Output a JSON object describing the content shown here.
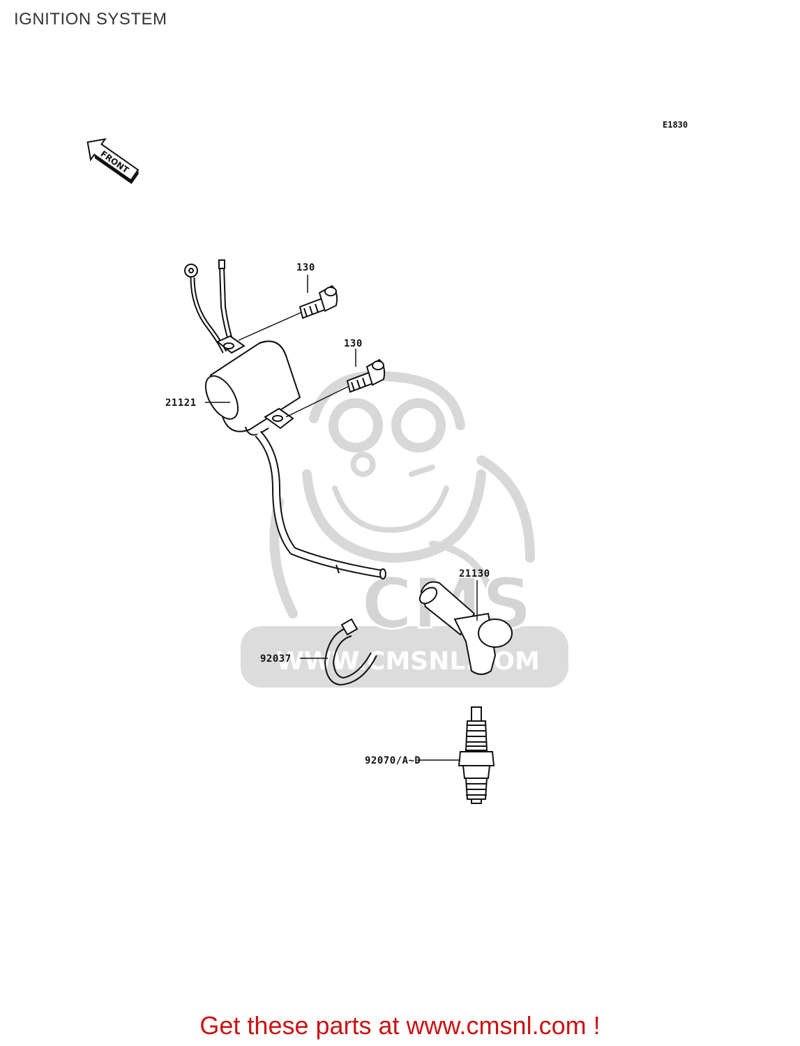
{
  "title": "IGNITION SYSTEM",
  "diagram_code": "E1830",
  "front_arrow_label": "FRONT",
  "parts": [
    {
      "id": "bolt_upper",
      "label": "130"
    },
    {
      "id": "bolt_lower",
      "label": "130"
    },
    {
      "id": "coil",
      "label": "21121"
    },
    {
      "id": "plug_cap",
      "label": "21130"
    },
    {
      "id": "clamp",
      "label": "92037"
    },
    {
      "id": "spark_plug",
      "label": "92070/A~D"
    }
  ],
  "watermark": {
    "brand": "CMS",
    "url": "WWW.CMSNL.COM"
  },
  "footer_link": "Get these parts at www.cmsnl.com !",
  "colors": {
    "cta": "#cc1111",
    "watermark": "#d8d8d8",
    "line": "#111111"
  }
}
